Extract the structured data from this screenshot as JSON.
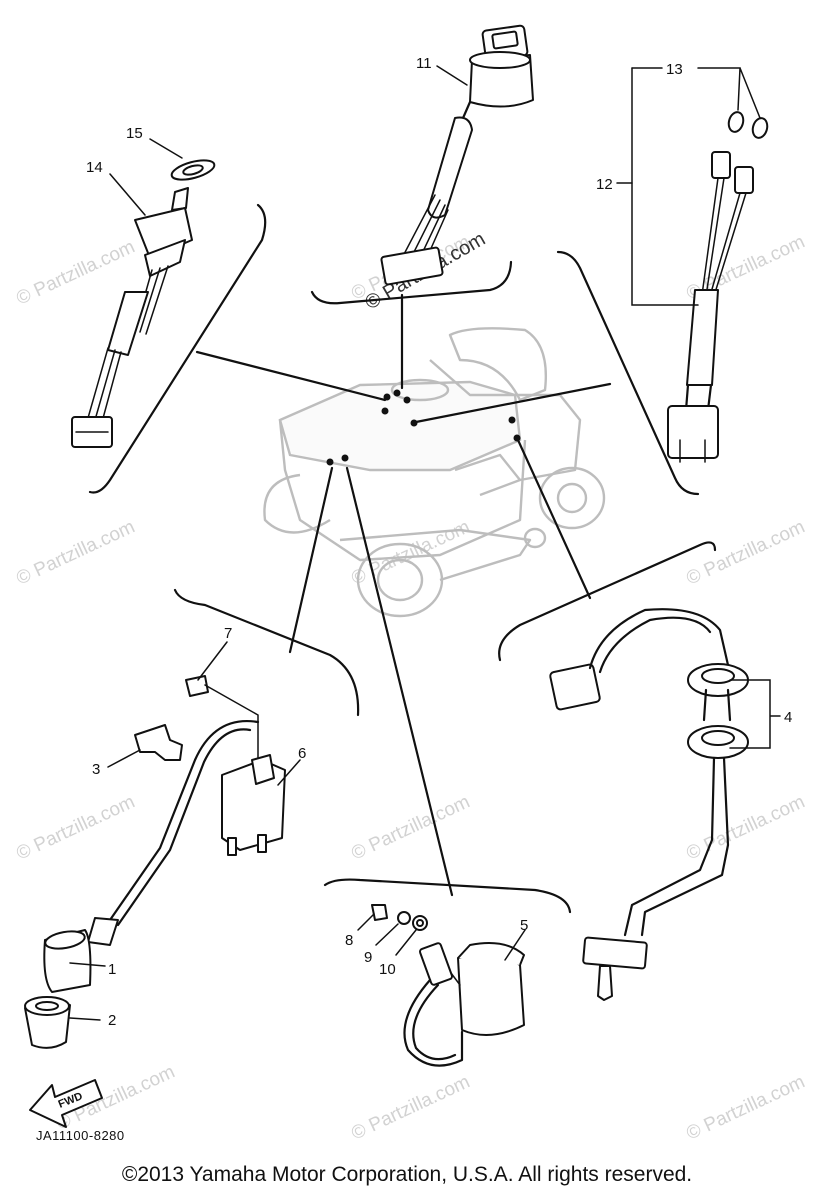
{
  "callouts": {
    "c1": "1",
    "c2": "2",
    "c3": "3",
    "c4": "4",
    "c5": "5",
    "c6": "6",
    "c7": "7",
    "c8": "8",
    "c9": "9",
    "c10": "10",
    "c11": "11",
    "c12": "12",
    "c13": "13",
    "c14": "14",
    "c15": "15"
  },
  "diagram_code": "JA11100-8280",
  "fwd_label": "FWD",
  "watermark": "© Partzilla.com",
  "copyright": "©2013  Yamaha Motor Corporation, U.S.A. All rights reserved.",
  "colors": {
    "ink": "#111111",
    "tractor": "#bdbdbd",
    "watermark": "#d2d2d2"
  }
}
